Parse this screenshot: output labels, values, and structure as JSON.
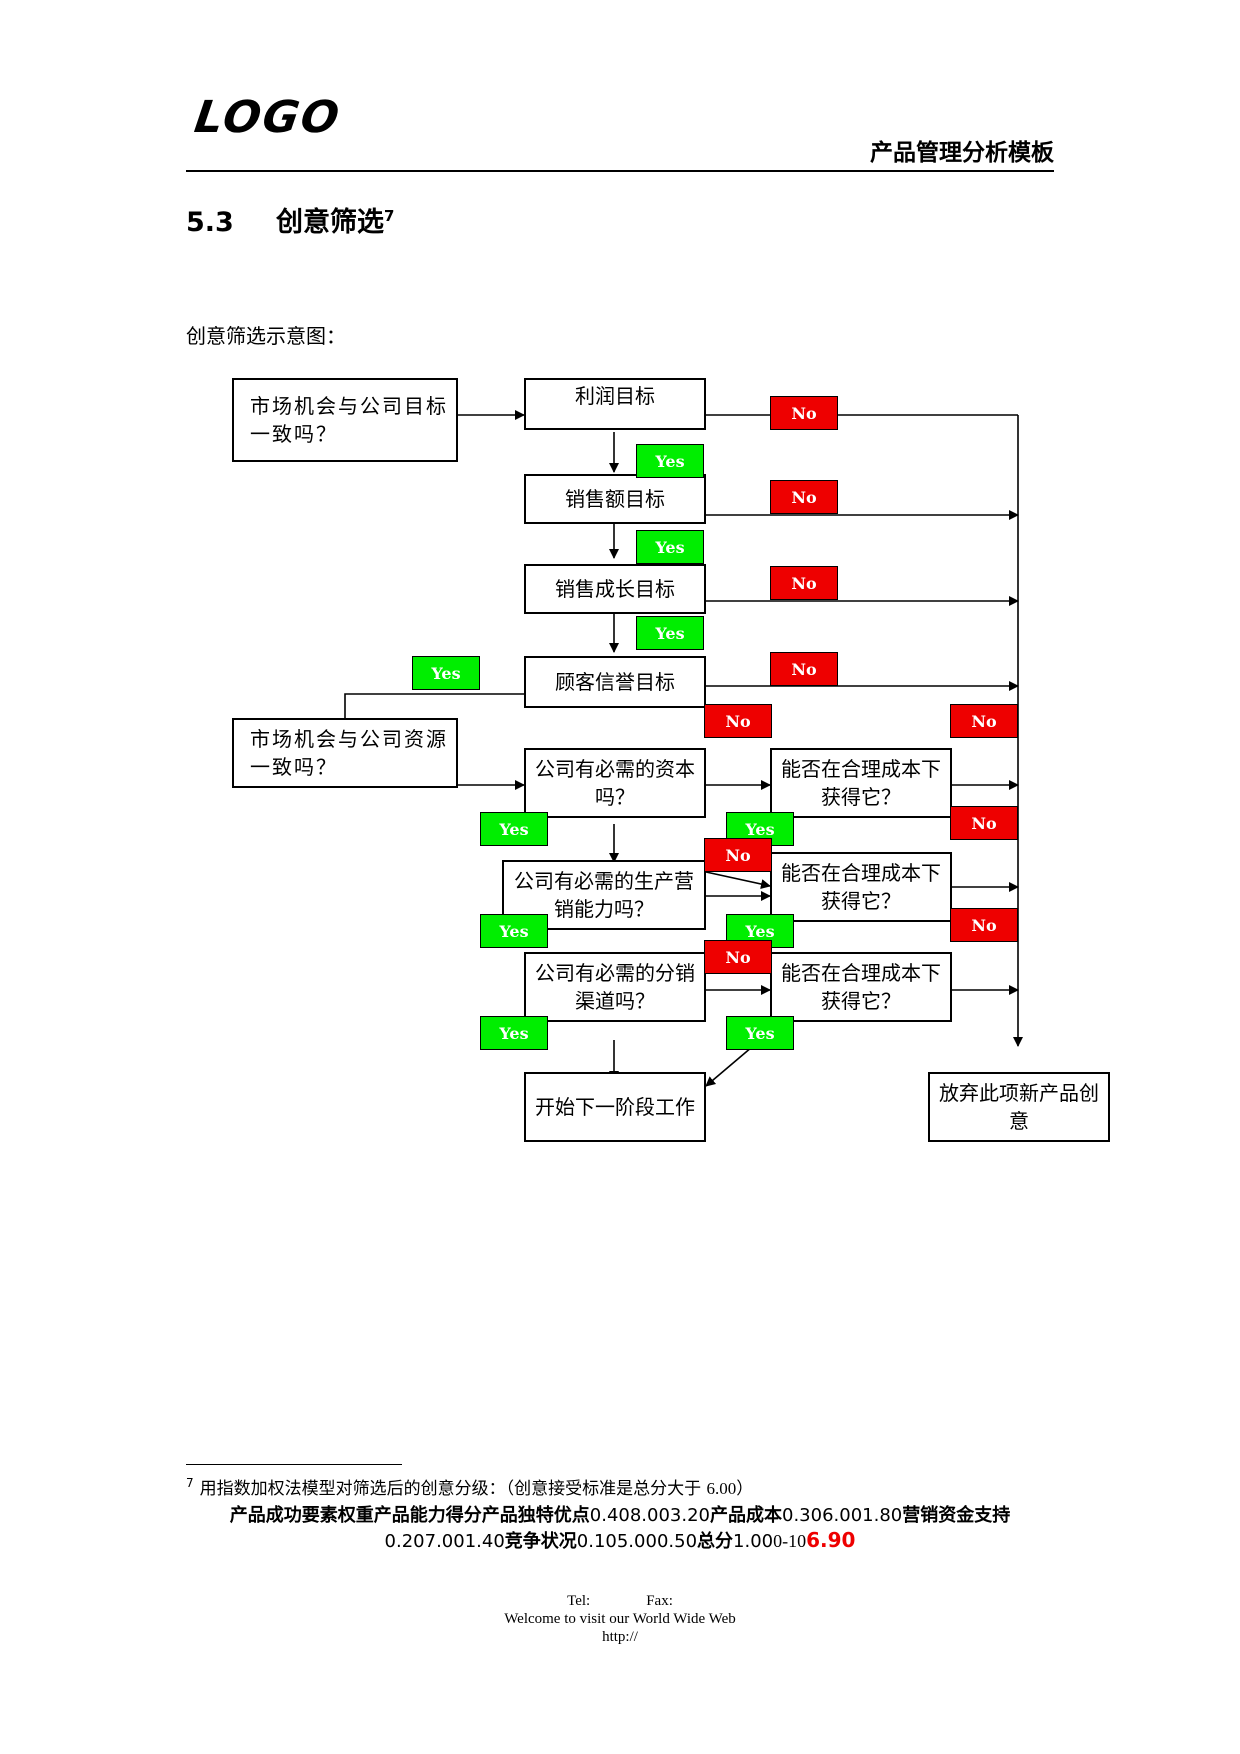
{
  "header": {
    "logo": "LOGO",
    "doc_title": "产品管理分析模板"
  },
  "section": {
    "number": "5.3",
    "title": "创意筛选",
    "footnote_ref": "7"
  },
  "caption": "创意筛选示意图：",
  "flowchart": {
    "boxes": {
      "market_goal": "市场机会与公司目标一致吗？",
      "profit": "利润目标",
      "sales_amount": "销售额目标",
      "sales_growth": "销售成长目标",
      "reputation": "顾客信誉目标",
      "market_resource": "市场机会与公司资源一致吗？",
      "capital": "公司有必需的资本吗？",
      "capital_cost": "能否在合理成本下获得它？",
      "production": "公司有必需的生产营销能力吗？",
      "production_cost": "能否在合理成本下获得它？",
      "channel": "公司有必需的分销渠道吗？",
      "channel_cost": "能否在合理成本下获得它？",
      "next_stage": "开始下一阶段工作",
      "abandon": "放弃此项新产品创意"
    },
    "yes_label": "Yes",
    "no_label": "No",
    "colors": {
      "yes": "#00ee00",
      "no": "#ee0000"
    }
  },
  "footnote": {
    "marker": "7",
    "text_a": "用指数加权法模型对筛选后的创意分级：（创意接受标准是总分大于",
    "threshold": "6.00",
    "text_b": "）"
  },
  "table_text": {
    "h1": "产品成功要素权重产品能力得分产品独特优点",
    "v1": "0.408.003.20",
    "h2": "产品成本",
    "v2": "0.306.001.80",
    "h3": "营销资金支持",
    "v3": "0.207.001.40",
    "h4": "竞争状况",
    "v4": "0.105.000.50",
    "h5": "总分",
    "v5": "1.00",
    "v5b": "0-10",
    "total": "6.90"
  },
  "footer": {
    "tel": "Tel:",
    "fax": "Fax:",
    "welcome": "Welcome to visit our World Wide Web",
    "url": "http://"
  }
}
